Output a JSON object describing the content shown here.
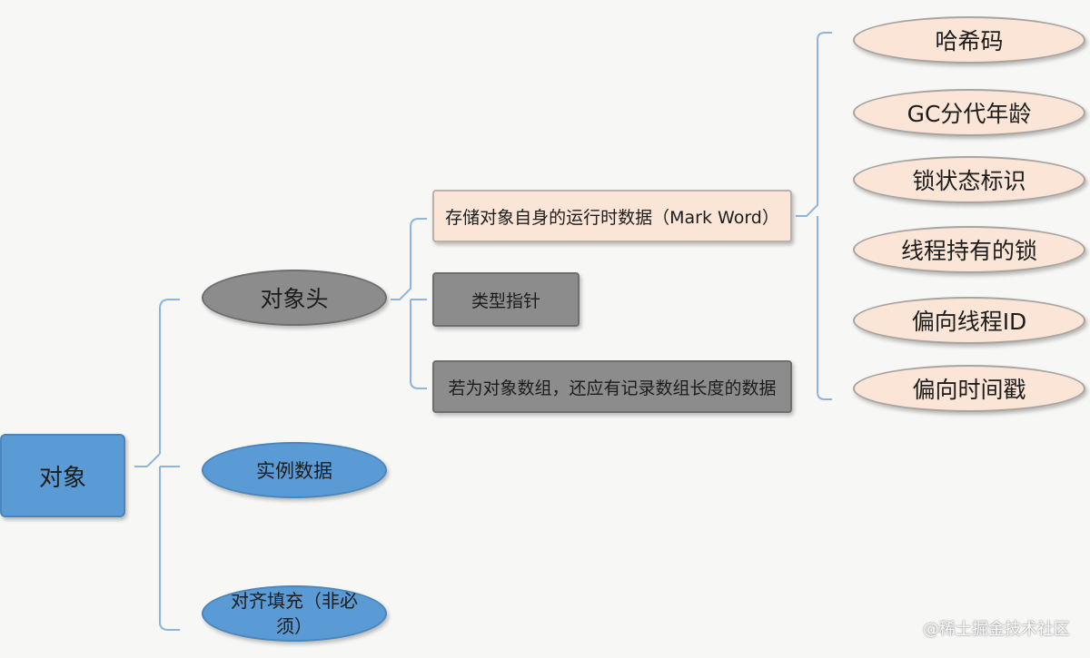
{
  "root": {
    "label": "对象"
  },
  "level1": {
    "header": "对象头",
    "instance": "实例数据",
    "padding": "对齐填充（非必须）"
  },
  "level2": {
    "mark_word": "存储对象自身的运行时数据（Mark Word）",
    "class_pointer": "类型指针",
    "array_length": "若为对象数组，还应有记录数组长度的数据"
  },
  "mark_word_items": [
    "哈希码",
    "GC分代年龄",
    "锁状态标识",
    "线程持有的锁",
    "偏向线程ID",
    "偏向时间戳"
  ],
  "watermark": "@稀土掘金技术社区",
  "colors": {
    "connector": "#8fb3d9",
    "blue_node": "#5b9bd5",
    "gray_node": "#8c8c8c",
    "peach_node": "#fae5d6"
  }
}
